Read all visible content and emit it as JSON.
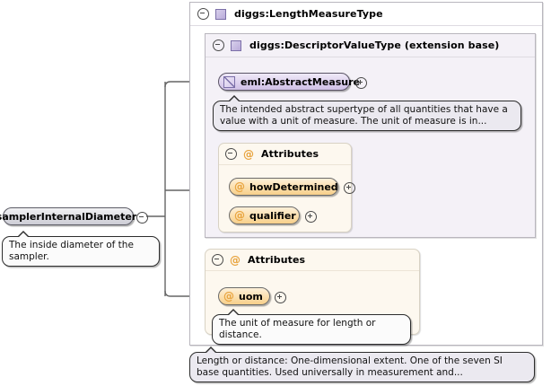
{
  "diagram": {
    "kind": "xml-schema-component-diagram",
    "root_element": {
      "label": "samplerInternalDiameter",
      "toggle": "minus",
      "documentation": "The inside diameter of the sampler."
    },
    "outer_type": {
      "label": "diggs:LengthMeasureType",
      "toggle": "minus",
      "icon": "complextype-icon",
      "documentation": "Length or distance: One-dimensional extent. One of the seven SI base quantities. Used universally in measurement and..."
    },
    "extension_base_type": {
      "label": "diggs:DescriptorValueType (extension base)",
      "toggle": "minus",
      "icon": "complextype-icon"
    },
    "abstract_element": {
      "label": "eml:AbstractMeasure",
      "expand": "plus",
      "icon": "abstract-element-icon",
      "documentation": "The intended abstract supertype of all quantities that have a value with a unit of measure. The unit of measure is in..."
    },
    "attribute_groups": [
      {
        "label": "Attributes",
        "toggle": "minus",
        "icon": "at-icon",
        "attributes": [
          {
            "label": "howDetermined",
            "expand": "plus",
            "icon": "at-icon",
            "documentation": ""
          },
          {
            "label": "qualifier",
            "expand": "plus",
            "icon": "at-icon",
            "documentation": ""
          }
        ]
      },
      {
        "label": "Attributes",
        "toggle": "minus",
        "icon": "at-icon",
        "attributes": [
          {
            "label": "uom",
            "expand": "plus",
            "icon": "at-icon",
            "documentation": "The unit of measure for length or distance."
          }
        ]
      }
    ],
    "colors": {
      "canvas_background": "#ffffff",
      "group_background": "#f4f1f7",
      "group_border": "#b9b6be",
      "attribute_group_background": "#fdf8ef",
      "attribute_group_border": "#d8d2c4",
      "element_node_fill": "#dcdce2",
      "abstract_node_fill": "#ded2ef",
      "attribute_node_fill": "#fbdfae",
      "at_glyph": "#e8a33d",
      "connector_line": "#656565",
      "balloon_background": "#ebe9f0",
      "balloon_border": "#2d2d2d"
    }
  }
}
